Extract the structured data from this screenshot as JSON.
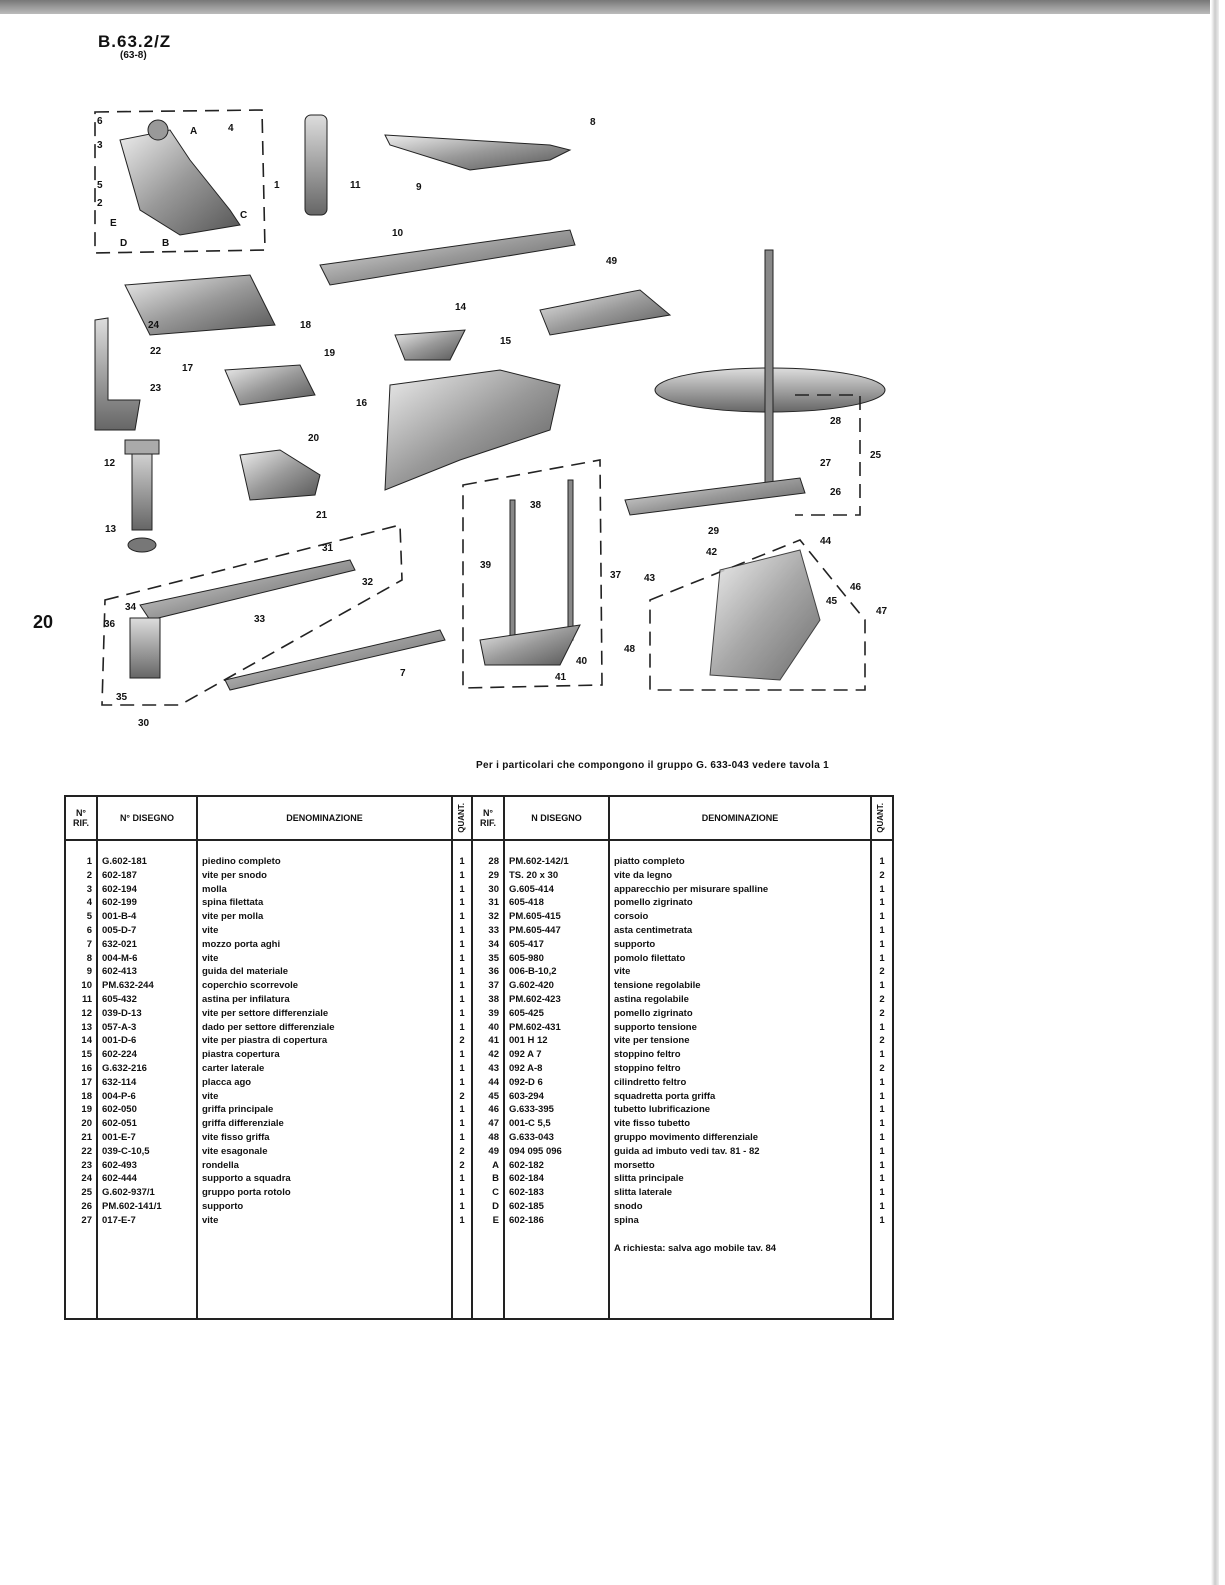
{
  "header": {
    "code": "B.63.2/Z",
    "sub": "(63-8)"
  },
  "page_number": "20",
  "callouts": [
    "6",
    "3",
    "A",
    "4",
    "1",
    "5",
    "2",
    "E",
    "C",
    "D",
    "B",
    "11",
    "8",
    "9",
    "10",
    "49",
    "24",
    "18",
    "19",
    "17",
    "22",
    "23",
    "14",
    "15",
    "16",
    "28",
    "25",
    "27",
    "26",
    "12",
    "20",
    "21",
    "13",
    "29",
    "38",
    "39",
    "37",
    "42",
    "43",
    "44",
    "46",
    "45",
    "47",
    "31",
    "32",
    "34",
    "33",
    "36",
    "7",
    "40",
    "41",
    "48",
    "35",
    "30"
  ],
  "note": "Per i particolari che compongono il gruppo G. 633-043 vedere tavola 1",
  "table": {
    "headers": {
      "rif": "N° RIF.",
      "disegno": "N° DISEGNO",
      "denominazione": "DENOMINAZIONE",
      "quant": "QUANT.",
      "disegno_right": "N DISEGNO"
    },
    "left": [
      {
        "rif": "1",
        "disegno": "G.602-181",
        "den": "piedino completo",
        "q": "1"
      },
      {
        "rif": "2",
        "disegno": "602-187",
        "den": "vite per snodo",
        "q": "1"
      },
      {
        "rif": "3",
        "disegno": "602-194",
        "den": "molla",
        "q": "1"
      },
      {
        "rif": "4",
        "disegno": "602-199",
        "den": "spina filettata",
        "q": "1"
      },
      {
        "rif": "5",
        "disegno": "001-B-4",
        "den": "vite per molla",
        "q": "1"
      },
      {
        "rif": "6",
        "disegno": "005-D-7",
        "den": "vite",
        "q": "1"
      },
      {
        "rif": "7",
        "disegno": "632-021",
        "den": "mozzo porta aghi",
        "q": "1"
      },
      {
        "rif": "8",
        "disegno": "004-M-6",
        "den": "vite",
        "q": "1"
      },
      {
        "rif": "9",
        "disegno": "602-413",
        "den": "guida del materiale",
        "q": "1"
      },
      {
        "rif": "10",
        "disegno": "PM.632-244",
        "den": "coperchio scorrevole",
        "q": "1"
      },
      {
        "rif": "11",
        "disegno": "605-432",
        "den": "astina per infilatura",
        "q": "1"
      },
      {
        "rif": "12",
        "disegno": "039-D-13",
        "den": "vite per settore differenziale",
        "q": "1"
      },
      {
        "rif": "13",
        "disegno": "057-A-3",
        "den": "dado per settore differenziale",
        "q": "1"
      },
      {
        "rif": "14",
        "disegno": "001-D-6",
        "den": "vite per piastra di copertura",
        "q": "2"
      },
      {
        "rif": "15",
        "disegno": "602-224",
        "den": "piastra copertura",
        "q": "1"
      },
      {
        "rif": "16",
        "disegno": "G.632-216",
        "den": "carter laterale",
        "q": "1"
      },
      {
        "rif": "17",
        "disegno": "632-114",
        "den": "placca ago",
        "q": "1"
      },
      {
        "rif": "18",
        "disegno": "004-P-6",
        "den": "vite",
        "q": "2"
      },
      {
        "rif": "19",
        "disegno": "602-050",
        "den": "griffa principale",
        "q": "1"
      },
      {
        "rif": "20",
        "disegno": "602-051",
        "den": "griffa differenziale",
        "q": "1"
      },
      {
        "rif": "21",
        "disegno": "001-E-7",
        "den": "vite fisso griffa",
        "q": "1"
      },
      {
        "rif": "22",
        "disegno": "039-C-10,5",
        "den": "vite esagonale",
        "q": "2"
      },
      {
        "rif": "23",
        "disegno": "602-493",
        "den": "rondella",
        "q": "2"
      },
      {
        "rif": "24",
        "disegno": "602-444",
        "den": "supporto a squadra",
        "q": "1"
      },
      {
        "rif": "25",
        "disegno": "G.602-937/1",
        "den": "gruppo porta rotolo",
        "q": "1"
      },
      {
        "rif": "26",
        "disegno": "PM.602-141/1",
        "den": "supporto",
        "q": "1"
      },
      {
        "rif": "27",
        "disegno": "017-E-7",
        "den": "vite",
        "q": "1"
      }
    ],
    "right": [
      {
        "rif": "28",
        "disegno": "PM.602-142/1",
        "den": "piatto completo",
        "q": "1"
      },
      {
        "rif": "29",
        "disegno": "TS. 20 x 30",
        "den": "vite da legno",
        "q": "2"
      },
      {
        "rif": "30",
        "disegno": "G.605-414",
        "den": "apparecchio per misurare spalline",
        "q": "1"
      },
      {
        "rif": "31",
        "disegno": "605-418",
        "den": "pomello zigrinato",
        "q": "1"
      },
      {
        "rif": "32",
        "disegno": "PM.605-415",
        "den": "corsoio",
        "q": "1"
      },
      {
        "rif": "33",
        "disegno": "PM.605-447",
        "den": "asta centimetrata",
        "q": "1"
      },
      {
        "rif": "34",
        "disegno": "605-417",
        "den": "supporto",
        "q": "1"
      },
      {
        "rif": "35",
        "disegno": "605-980",
        "den": "pomolo filettato",
        "q": "1"
      },
      {
        "rif": "36",
        "disegno": "006-B-10,2",
        "den": "vite",
        "q": "2"
      },
      {
        "rif": "37",
        "disegno": "G.602-420",
        "den": "tensione regolabile",
        "q": "1"
      },
      {
        "rif": "38",
        "disegno": "PM.602-423",
        "den": "astina regolabile",
        "q": "2"
      },
      {
        "rif": "39",
        "disegno": "605-425",
        "den": "pomello zigrinato",
        "q": "2"
      },
      {
        "rif": "40",
        "disegno": "PM.602-431",
        "den": "supporto tensione",
        "q": "1"
      },
      {
        "rif": "41",
        "disegno": "001 H 12",
        "den": "vite per tensione",
        "q": "2"
      },
      {
        "rif": "42",
        "disegno": "092 A 7",
        "den": "stoppino feltro",
        "q": "1"
      },
      {
        "rif": "43",
        "disegno": "092 A-8",
        "den": "stoppino feltro",
        "q": "2"
      },
      {
        "rif": "44",
        "disegno": "092-D 6",
        "den": "cilindretto feltro",
        "q": "1"
      },
      {
        "rif": "45",
        "disegno": "603-294",
        "den": "squadretta porta griffa",
        "q": "1"
      },
      {
        "rif": "46",
        "disegno": "G.633-395",
        "den": "tubetto lubrificazione",
        "q": "1"
      },
      {
        "rif": "47",
        "disegno": "001-C 5,5",
        "den": "vite fisso tubetto",
        "q": "1"
      },
      {
        "rif": "48",
        "disegno": "G.633-043",
        "den": "gruppo movimento differenziale",
        "q": "1"
      },
      {
        "rif": "49",
        "disegno": "094  095  096",
        "den": "guida ad imbuto vedi tav. 81 - 82",
        "q": "1"
      },
      {
        "rif": "A",
        "disegno": "602-182",
        "den": "morsetto",
        "q": "1"
      },
      {
        "rif": "B",
        "disegno": "602-184",
        "den": "slitta principale",
        "q": "1"
      },
      {
        "rif": "C",
        "disegno": "602-183",
        "den": "slitta laterale",
        "q": "1"
      },
      {
        "rif": "D",
        "disegno": "602-185",
        "den": "snodo",
        "q": "1"
      },
      {
        "rif": "E",
        "disegno": "602-186",
        "den": "spina",
        "q": "1"
      }
    ],
    "footnote": "A richiesta: salva ago mobile tav. 84"
  }
}
